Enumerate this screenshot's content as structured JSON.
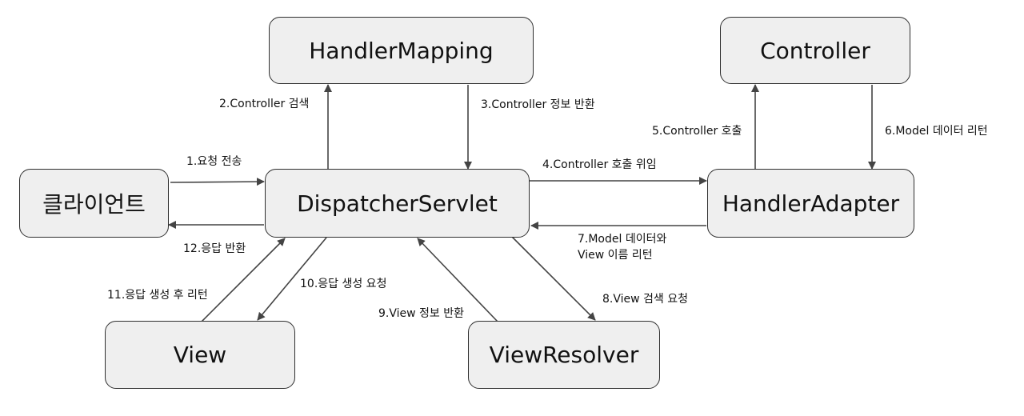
{
  "nodes": {
    "handler_mapping": "HandlerMapping",
    "controller": "Controller",
    "client": "클라이언트",
    "dispatcher_servlet": "DispatcherServlet",
    "handler_adapter": "HandlerAdapter",
    "view": "View",
    "view_resolver": "ViewResolver"
  },
  "edges": {
    "step1": "1.요청 전송",
    "step2": "2.Controller 검색",
    "step3": "3.Controller 정보 반환",
    "step4": "4.Controller 호출 위임",
    "step5": "5.Controller 호출",
    "step6": "6.Model 데이터 리턴",
    "step7_line1": "7.Model 데이터와",
    "step7_line2": "View 이름 리턴",
    "step8": "8.View 검색 요청",
    "step9": "9.View 정보 반환",
    "step10": "10.응답 생성 요청",
    "step11": "11.응답 생성 후 리턴",
    "step12": "12.응답 반환"
  },
  "colors": {
    "node_fill": "#efefef",
    "node_border": "#2f2f2f",
    "arrow": "#444444"
  }
}
